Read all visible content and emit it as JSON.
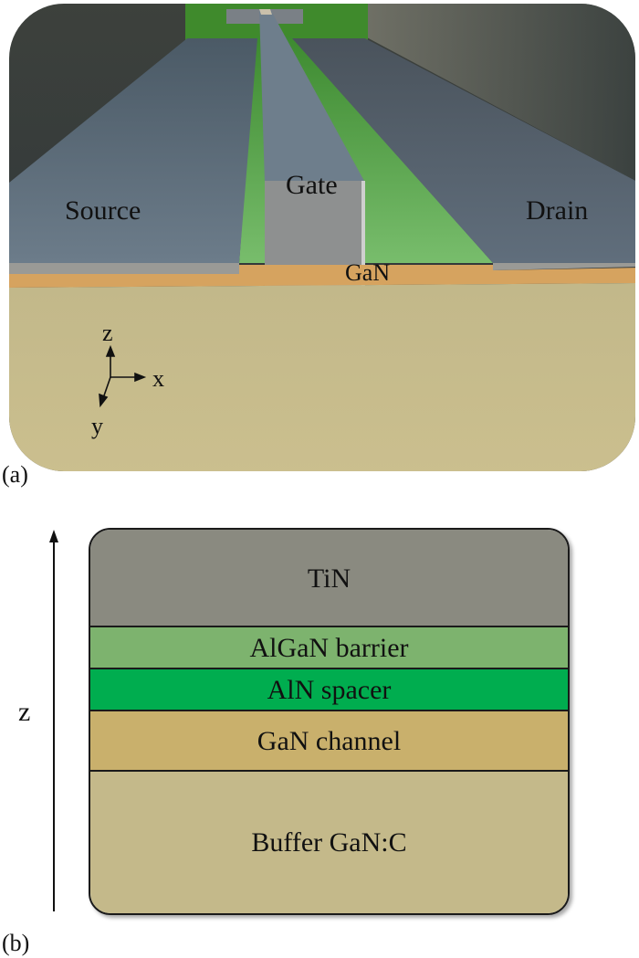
{
  "figure": {
    "panel_a": {
      "label": "(a)",
      "regions": {
        "source": "Source",
        "gate": "Gate",
        "drain": "Drain",
        "gan": "GaN"
      },
      "axes": {
        "z": "z",
        "x": "x",
        "y": "y"
      },
      "colors": {
        "contact": "#5f6e7c",
        "gate": "#8e9294",
        "barrier": "#6fb566",
        "gan_layer": "#d6a35f",
        "substrate": "#c8bd8c",
        "background_dark": "#2c3338"
      }
    },
    "panel_b": {
      "label": "(b)",
      "axis_label": "z",
      "layers": [
        {
          "name": "TiN",
          "color": "#8a8a80"
        },
        {
          "name": "AlGaN barrier",
          "color": "#7db36e"
        },
        {
          "name": "AlN spacer",
          "color": "#00ad4f"
        },
        {
          "name": "GaN channel",
          "color": "#c9b06c"
        },
        {
          "name": "Buffer GaN:C",
          "color": "#c4b98a"
        }
      ]
    }
  }
}
